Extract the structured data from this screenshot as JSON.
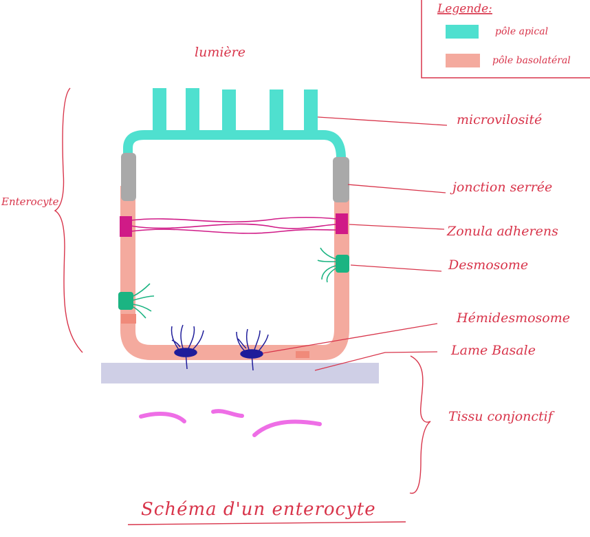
{
  "legend": {
    "title": "Legende:",
    "items": [
      {
        "label": "pôle apical",
        "color": "#4fe0cf"
      },
      {
        "label": "pôle basolatéral",
        "color": "#f4aa9e"
      }
    ]
  },
  "labels": {
    "lumen": "lumière",
    "cell": "Enterocyte",
    "microvilli": "microvilosité",
    "tight_junction": "jonction serrée",
    "zonula": "Zonula adherens",
    "desmosome": "Desmosome",
    "hemidesmosome": "Hémidesmosome",
    "basal_lamina": "Lame Basale",
    "connective": "Tissu conjonctif"
  },
  "title": "Schéma d'un enterocyte",
  "colors": {
    "ink": "#d8344a",
    "apical": "#4fe0cf",
    "basolateral": "#f4aa9e",
    "tight_junction": "#a9a9a9",
    "zonula": "#d01a87",
    "desmosome": "#1bb482",
    "hemidesmosome": "#1e1c9a",
    "basal_lamina": "#cfcfe6",
    "connective_fibers": "#ee6ee6"
  }
}
